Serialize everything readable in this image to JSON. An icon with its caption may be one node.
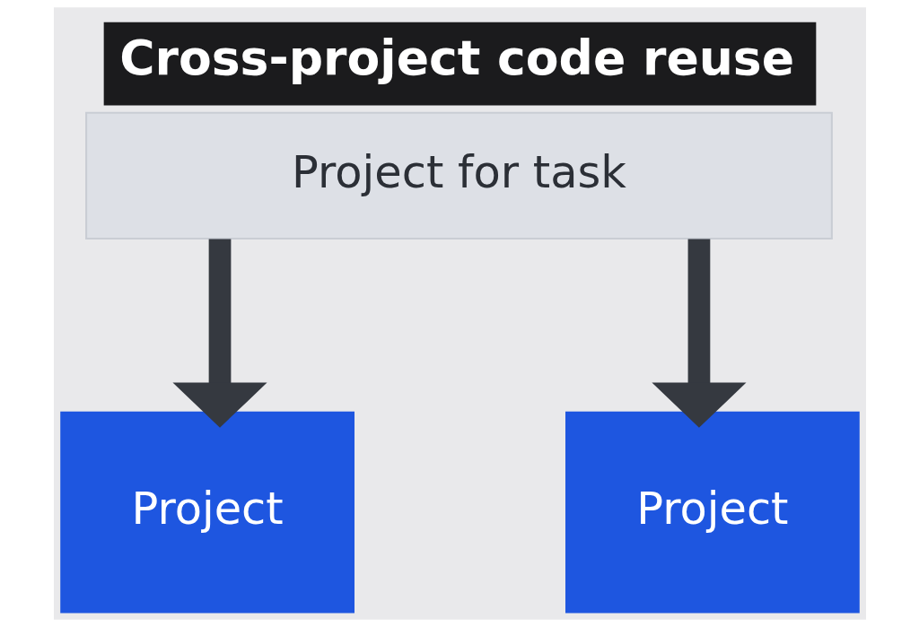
{
  "diagram": {
    "title": "Cross-project code reuse",
    "nodes": [
      {
        "text": [
          "Project for task"
        ]
      },
      {
        "text": [
          "Project"
        ]
      },
      {
        "text": [
          "Project"
        ]
      }
    ],
    "edges": [
      {
        "from": 0,
        "to": 1,
        "arrow": "to"
      },
      {
        "from": 0,
        "to": 2,
        "arrow": "to"
      }
    ]
  }
}
